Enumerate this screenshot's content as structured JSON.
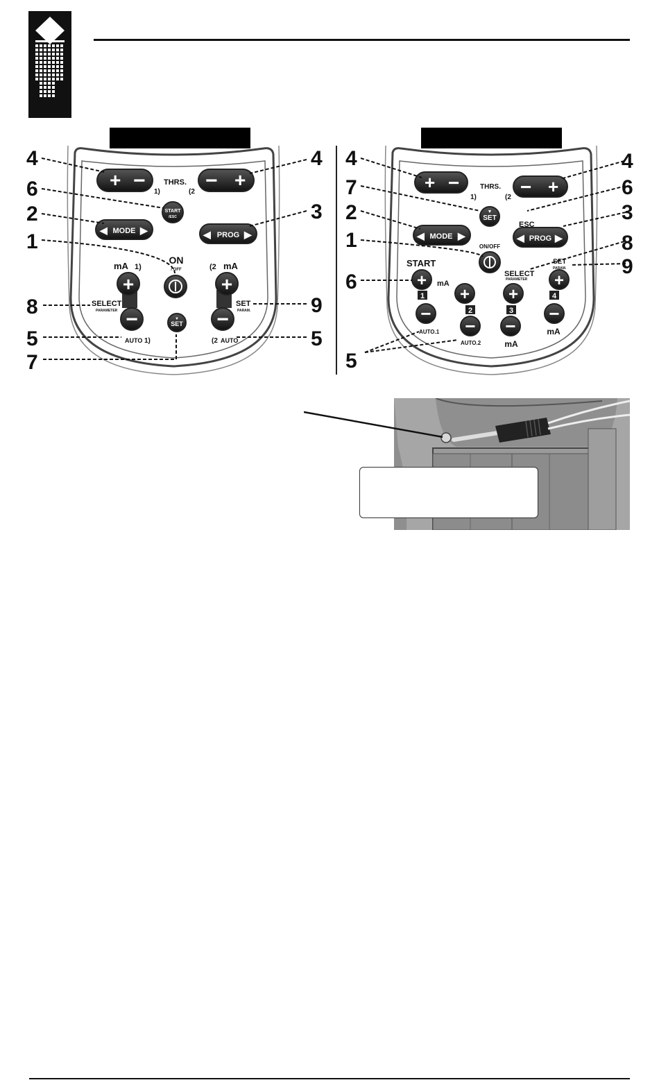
{
  "left_panel": {
    "numbers": {
      "n4a": "4",
      "n6": "6",
      "n2": "2",
      "n1": "1",
      "n8": "8",
      "n5": "5",
      "n7": "7",
      "n4b": "4",
      "n3": "3",
      "n9": "9",
      "n5b": "5"
    },
    "labels": {
      "thrs": "THRS.",
      "ch1": "1)",
      "ch2": "(2",
      "start": "START",
      "start_sub": "/ESC",
      "mode": "MODE",
      "prog": "PROG",
      "on": "ON",
      "on_sub": "/ OFF",
      "ma_left": "mA",
      "ma_left_ch": "1)",
      "ma_right": "mA",
      "ma_right_ch": "(2",
      "select": "SELECT",
      "select_sub": "PARAMETER",
      "set_right": "SET",
      "set_right_sub": "PARAM.",
      "auto_left": "AUTO",
      "auto_left_ch": "1)",
      "auto_right": "AUTO",
      "auto_right_ch": "(2",
      "set_btn": "SET"
    }
  },
  "right_panel": {
    "numbers": {
      "n4a": "4",
      "n7": "7",
      "n2": "2",
      "n1": "1",
      "n6": "6",
      "n5": "5",
      "n4b": "4",
      "n6b": "6",
      "n3": "3",
      "n8": "8",
      "n9": "9"
    },
    "labels": {
      "thrs": "THRS.",
      "ch1": "1)",
      "ch2": "(2",
      "set_btn": "SET",
      "esc": "ESC",
      "mode": "MODE",
      "prog": "PROG",
      "onoff": "ON/OFF",
      "start": "START",
      "ma1": "mA",
      "select": "SELECT",
      "select_sub": "PARAMETER",
      "set": "SET",
      "set_sub": "PARAM.",
      "ch_1": "1",
      "ch_2": "2",
      "ch_3": "3",
      "ch_4": "4",
      "auto1": "AUTO.1",
      "auto2": "AUTO.2",
      "ma3": "mA",
      "ma4": "mA"
    }
  },
  "glyphs": {
    "plus": "+",
    "minus": "−",
    "arrow_left": "◀",
    "arrow_right": "▶",
    "arrow_down": "▼"
  }
}
